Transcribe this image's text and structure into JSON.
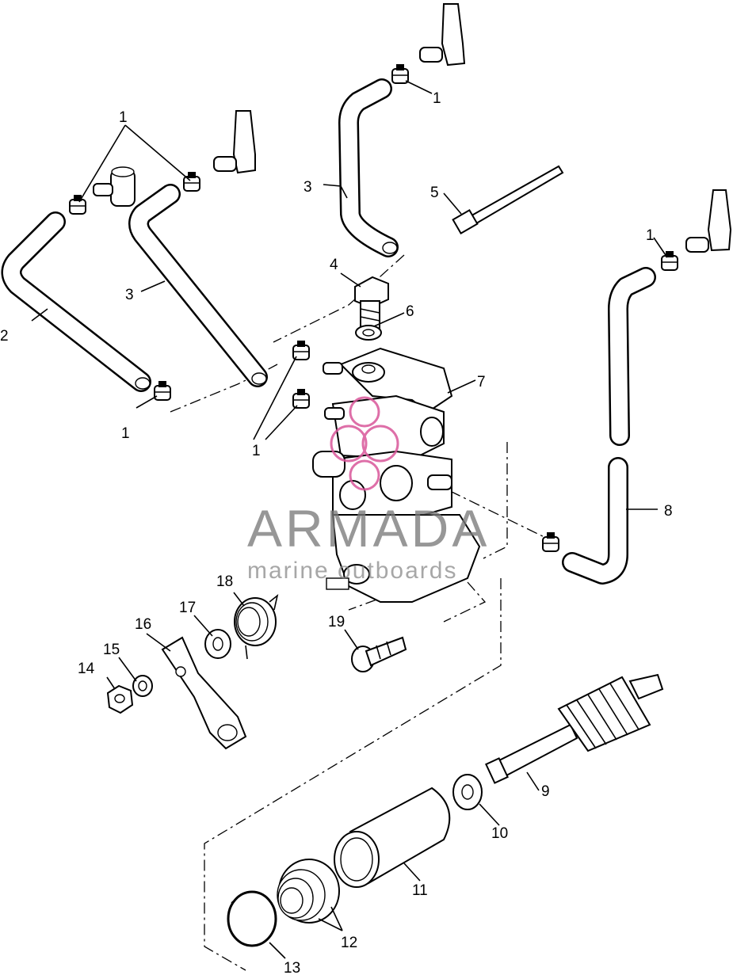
{
  "watermark": {
    "brand": "ARMADA",
    "tagline": "marine outboards",
    "logo_color": "#d9569a",
    "text_color": "#7a7a7a"
  },
  "callouts": {
    "c1a": "1",
    "c1b": "1",
    "c1c": "1",
    "c1d": "1",
    "c1e": "1",
    "c2": "2",
    "c3a": "3",
    "c3b": "3",
    "c4": "4",
    "c5": "5",
    "c6": "6",
    "c7": "7",
    "c8": "8",
    "c9": "9",
    "c10": "10",
    "c11": "11",
    "c12": "12",
    "c13": "13",
    "c14": "14",
    "c15": "15",
    "c16": "16",
    "c17": "17",
    "c18": "18",
    "c19": "19"
  },
  "icons": {
    "clamp": "hose-clamp-icon",
    "nipple": "fuel-nipple-icon",
    "pump": "oil-pump-icon"
  }
}
